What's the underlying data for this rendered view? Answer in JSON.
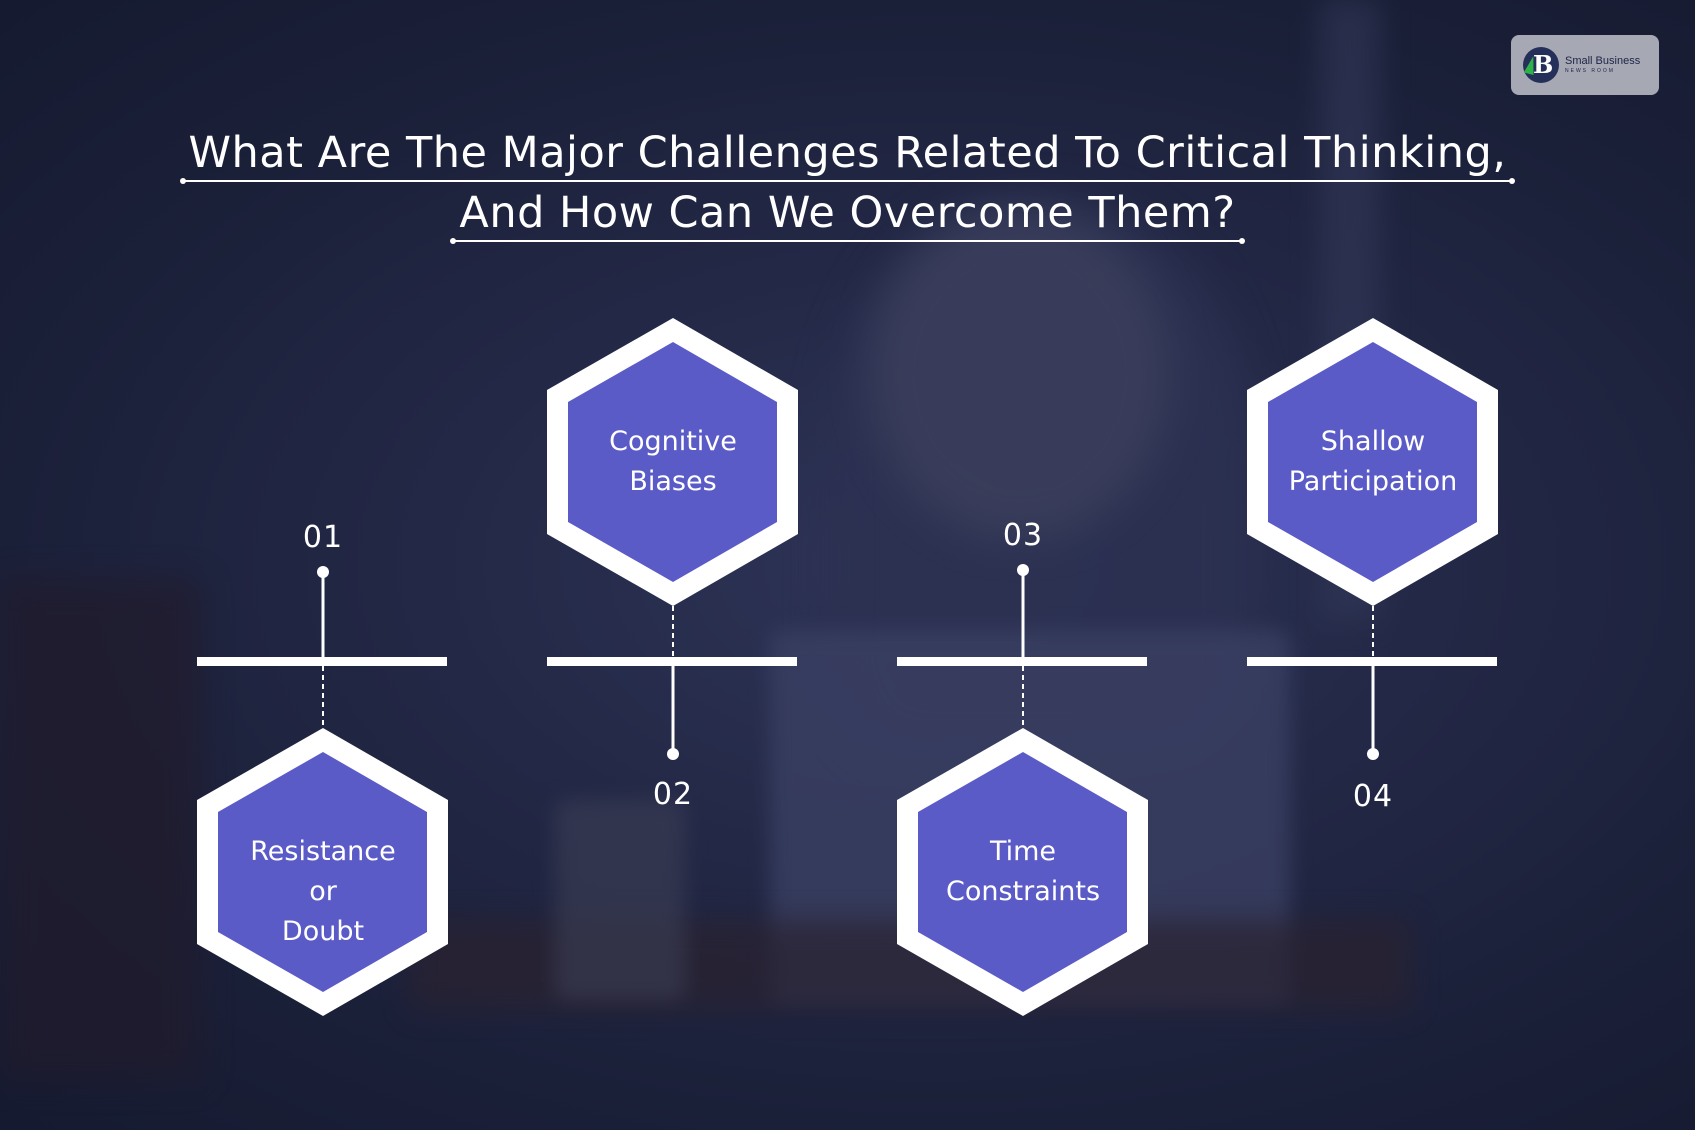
{
  "title": {
    "line1": "What Are The Major Challenges Related To Critical Thinking,",
    "line2": "And How Can We Overcome Them?"
  },
  "logo": {
    "name": "Small Business",
    "sub": "NEWS ROOM"
  },
  "steps": [
    {
      "number": "01",
      "label_line1": "Resistance or",
      "label_line2": "Doubt"
    },
    {
      "number": "02",
      "label_line1": "Cognitive",
      "label_line2": "Biases"
    },
    {
      "number": "03",
      "label_line1": "Time",
      "label_line2": "Constraints"
    },
    {
      "number": "04",
      "label_line1": "Shallow",
      "label_line2": "Participation"
    }
  ],
  "colors": {
    "background": "#1b2039",
    "hex_fill": "#5b5bc8",
    "hex_border": "#ffffff",
    "line": "#ffffff"
  }
}
